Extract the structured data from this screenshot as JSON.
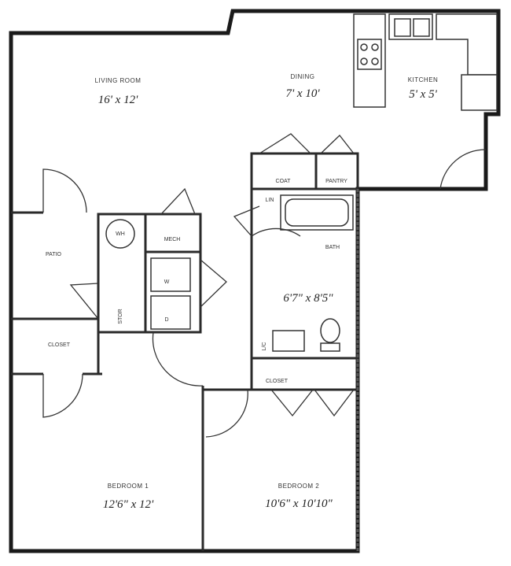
{
  "rooms": {
    "living": {
      "name": "LIVING ROOM",
      "size": "16' x 12'"
    },
    "dining": {
      "name": "DINING",
      "size": "7' x 10'"
    },
    "kitchen": {
      "name": "KITCHEN",
      "size": "5' x 5'"
    },
    "bath": {
      "name": "BATH",
      "size": "6'7\" x 8'5\""
    },
    "bedroom1": {
      "name": "BEDROOM 1",
      "size": "12'6\" x 12'"
    },
    "bedroom2": {
      "name": "BEDROOM 2",
      "size": "10'6\" x 10'10\""
    }
  },
  "labels": {
    "patio": "PATIO",
    "closet1": "CLOSET",
    "closet2": "CLOSET",
    "coat": "COAT",
    "pantry": "PANTRY",
    "lin": "LIN",
    "wh": "WH",
    "mech": "MECH",
    "washer": "W",
    "dryer": "D",
    "stor": "STOR",
    "lc": "L/C"
  }
}
